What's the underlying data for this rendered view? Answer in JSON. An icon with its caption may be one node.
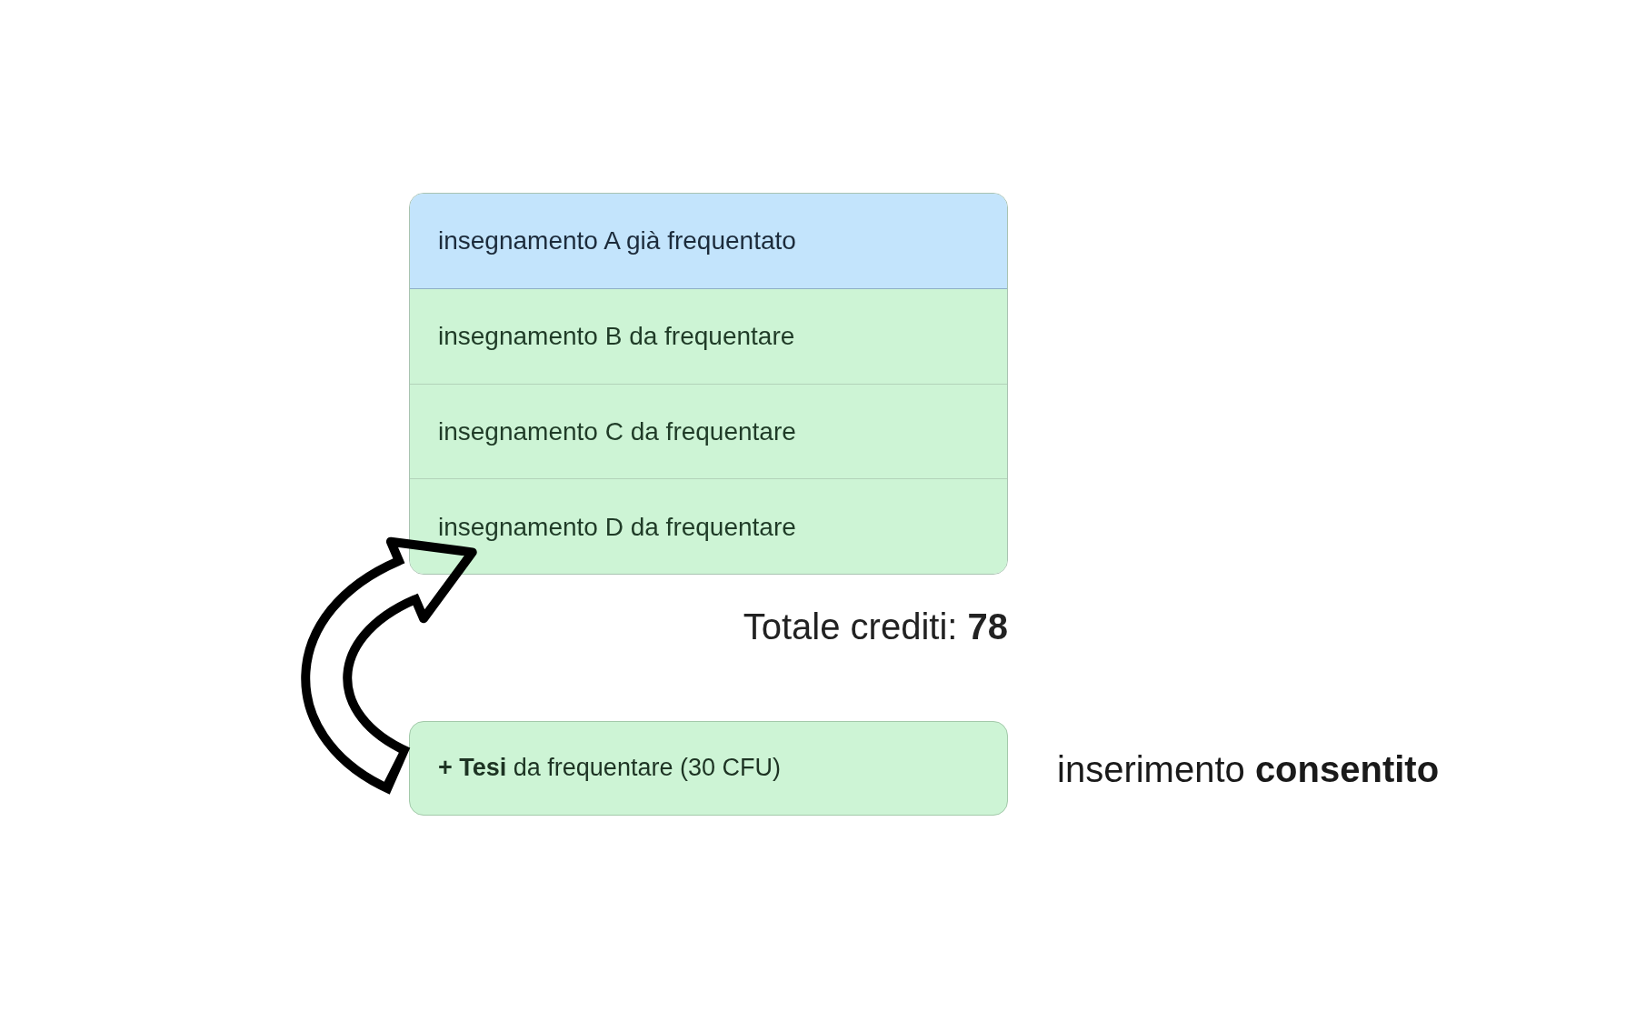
{
  "diagram": {
    "nodes": [
      {
        "text": [],
        "shape": "box",
        "beside": [
          "Totale crediti: **78**"
        ]
      },
      {
        "text": [
          "insegnamento A già frequentato"
        ],
        "in": 0
      },
      {
        "text": [
          "insegnamento B da frequentare"
        ],
        "in": 0
      },
      {
        "text": [
          "insegnamento C da frequentare"
        ],
        "in": 0
      },
      {
        "text": [
          "insegnamento D da frequentare"
        ],
        "in": 0
      },
      {
        "text": [
          "**+ Tesi** da frequentare (30 CFU)"
        ],
        "beside": [
          "inserimento **consentito**"
        ]
      }
    ],
    "edges": [
      {
        "from": 5,
        "to": 0,
        "arrow": "to"
      }
    ]
  }
}
